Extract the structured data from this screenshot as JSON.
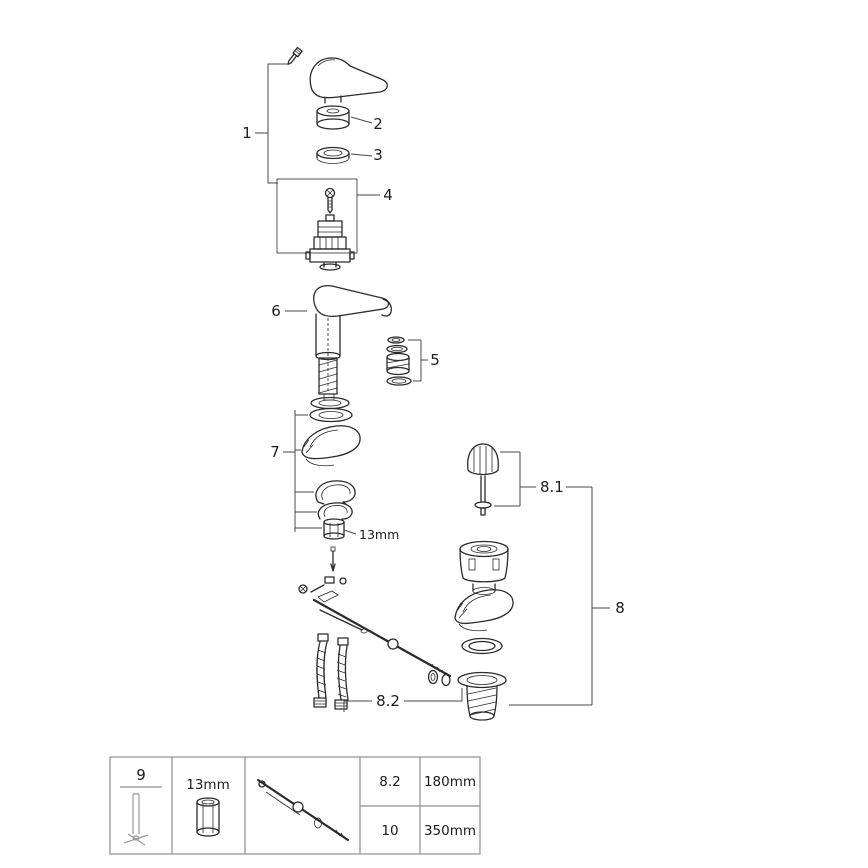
{
  "figure": {
    "background": "#ffffff",
    "line_color": "#2b2b2b",
    "leader_color": "#4a4a4a",
    "table_border_color": "#8f8f8f"
  },
  "callouts": {
    "n1": "1",
    "n2": "2",
    "n3": "3",
    "n4": "4",
    "n5": "5",
    "n6": "6",
    "n7": "7",
    "n8": "8",
    "n8_1": "8.1",
    "n8_2": "8.2",
    "wrench_inline": "13mm"
  },
  "legend": {
    "tool_ref": "9",
    "wrench_size": "13mm",
    "rows": [
      {
        "ref": "8.2",
        "value": "180mm"
      },
      {
        "ref": "10",
        "value": "350mm"
      }
    ]
  }
}
